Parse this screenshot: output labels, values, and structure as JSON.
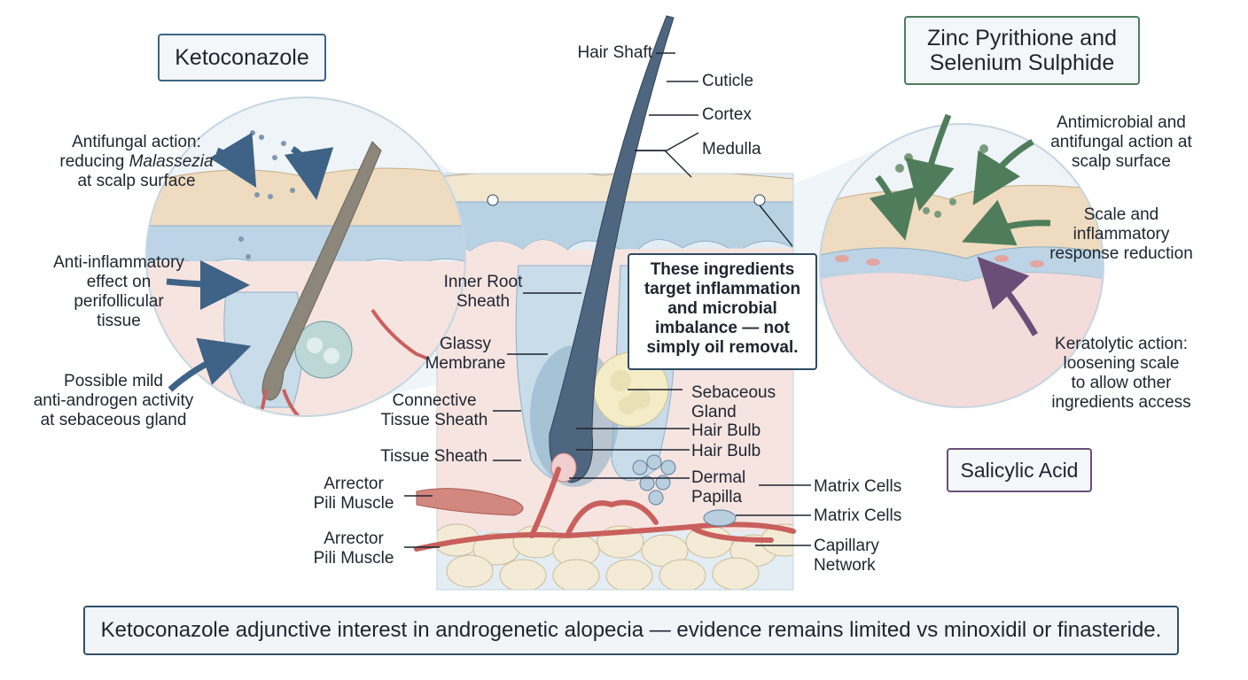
{
  "panels": {
    "ketoconazole": {
      "title": "Ketoconazole",
      "antifungal": {
        "line1": "Antifungal action:",
        "line2_prefix": "reducing ",
        "line2_italic": "Malassezia",
        "line3": "at scalp surface"
      },
      "anti_inflammatory": [
        "Anti-inflammatory",
        "effect on",
        "perifollicular",
        "tissue"
      ],
      "anti_androgen": [
        "Possible mild",
        "anti-androgen activity",
        "at sebaceous gland"
      ],
      "accent_color": "#3e6386"
    },
    "zinc_selenium": {
      "title_line1": "Zinc Pyrithione and",
      "title_line2": "Selenium Sulphide",
      "antimicrobial": [
        "Antimicrobial and",
        "antifungal action at",
        "scalp surface"
      ],
      "scale_reduction": [
        "Scale and",
        "inflammatory",
        "response reduction"
      ],
      "accent_color": "#4f7d5c"
    },
    "salicylic": {
      "title": "Salicylic Acid",
      "keratolytic": [
        "Keratolytic action:",
        "loosening scale",
        "to allow other",
        "ingredients access"
      ],
      "accent_color": "#6a4e78"
    }
  },
  "anatomy_labels": {
    "hair_shaft": "Hair Shaft",
    "cuticle": "Cuticle",
    "cortex": "Cortex",
    "medulla": "Medulla",
    "inner_root_sheath": [
      "Inner Root",
      "Sheath"
    ],
    "glassy_membrane": [
      "Glassy",
      "Membrane"
    ],
    "connective_tissue_sheath": [
      "Connective",
      "Tissue Sheath"
    ],
    "tissue_sheath": "Tissue Sheath",
    "arrector_pili_1": [
      "Arrector",
      "Pili Muscle"
    ],
    "arrector_pili_2": [
      "Arrector",
      "Pili Muscle"
    ],
    "sebaceous_gland": [
      "Sebaceous",
      "Gland"
    ],
    "hair_bulb_1": "Hair Bulb",
    "hair_bulb_2": "Hair Bulb",
    "dermal_papilla": [
      "Dermal",
      "Papilla"
    ],
    "matrix_cells_1": "Matrix Cells",
    "matrix_cells_2": "Matrix Cells",
    "capillary_network": [
      "Capillary",
      "Network"
    ]
  },
  "callout": [
    "These ingredients",
    "target inflammation",
    "and microbial",
    "imbalance — not",
    "simply oil removal."
  ],
  "footer": "Ketoconazole adjunctive interest in androgenetic alopecia — evidence remains limited vs minoxidil or finasteride."
}
